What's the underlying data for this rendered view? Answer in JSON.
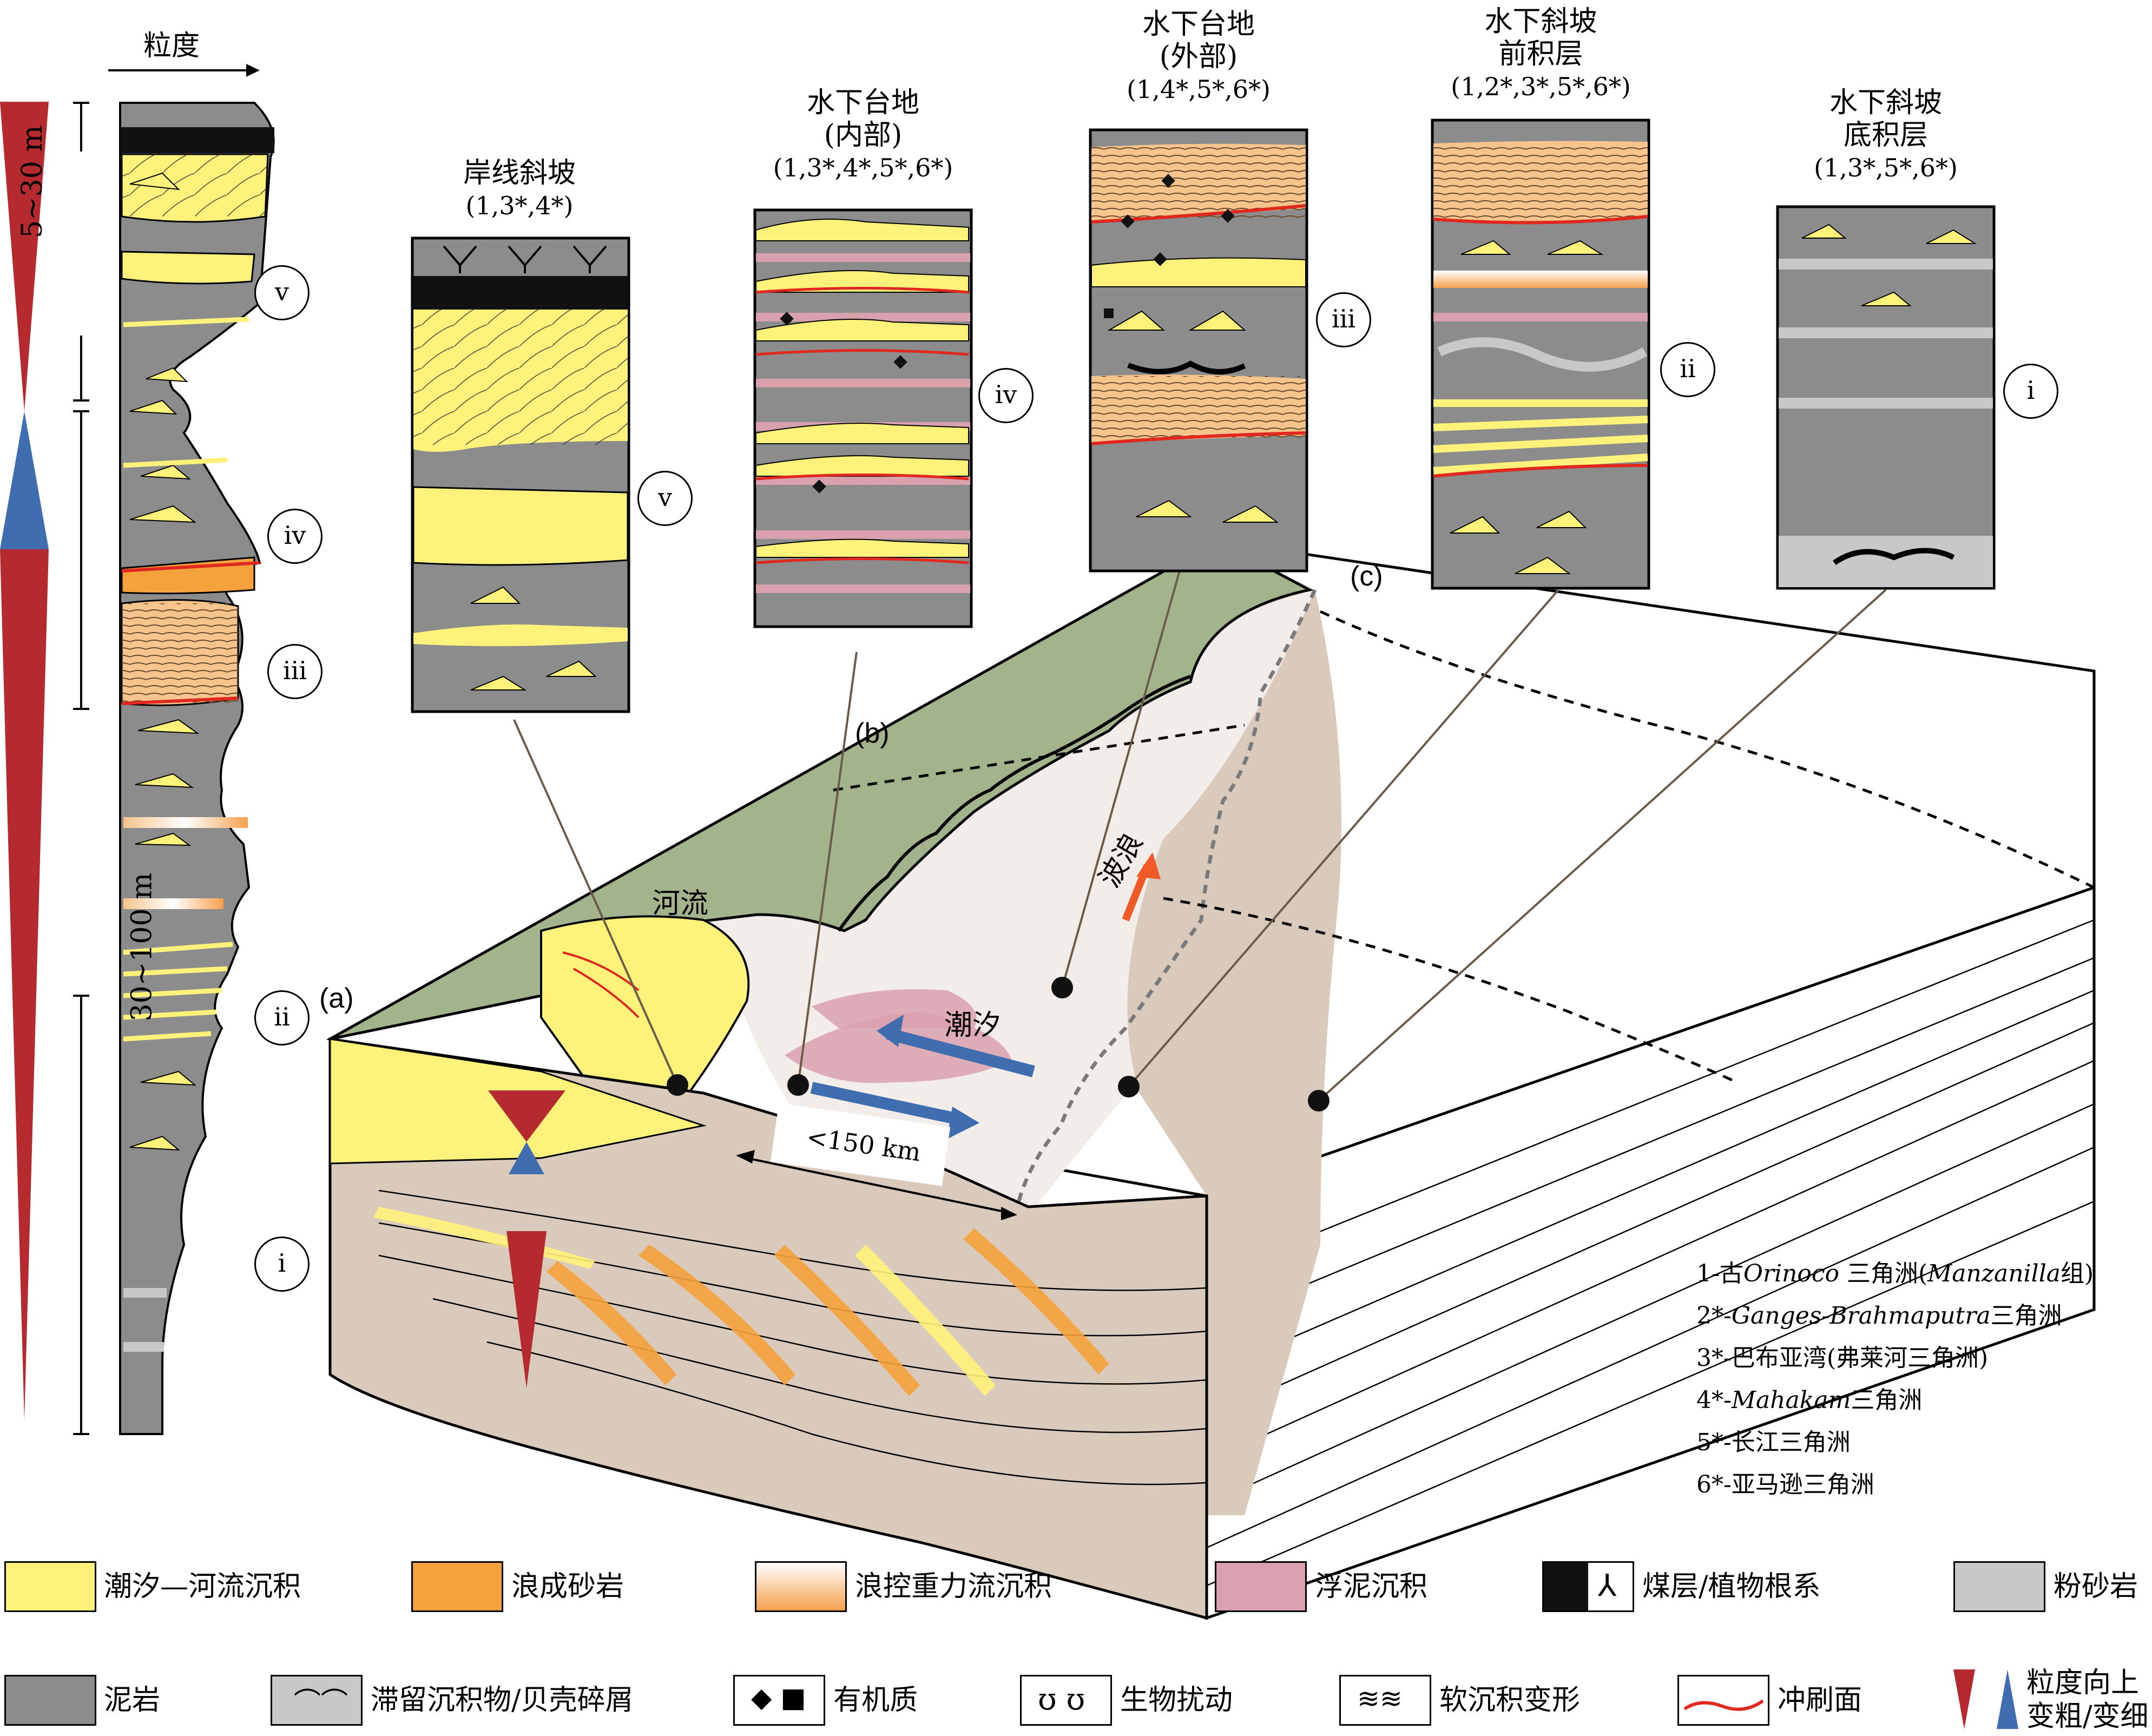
{
  "grain_axis_label": "粒度",
  "log_thickness": {
    "upper": "5~30 m",
    "lower": "30~100 m"
  },
  "log_markers": [
    "v",
    "iv",
    "iii",
    "ii",
    "i"
  ],
  "columns": [
    {
      "id": "v",
      "title_lines": [
        "岸线斜坡"
      ],
      "refs": "(1,3*,4*)"
    },
    {
      "id": "iv",
      "title_lines": [
        "水下台地",
        "(内部)"
      ],
      "refs": "(1,3*,4*,5*,6*)"
    },
    {
      "id": "iii",
      "title_lines": [
        "水下台地",
        "(外部)"
      ],
      "refs": "(1,4*,5*,6*)"
    },
    {
      "id": "ii",
      "title_lines": [
        "水下斜坡",
        "前积层"
      ],
      "refs": "(1,2*,3*,5*,6*)"
    },
    {
      "id": "i",
      "title_lines": [
        "水下斜坡",
        "底积层"
      ],
      "refs": "(1,3*,5*,6*)"
    }
  ],
  "block": {
    "labels": {
      "a": "(a)",
      "b": "(b)",
      "c": "(c)"
    },
    "river": "河流",
    "wave": "波浪",
    "tide": "潮汐",
    "scale": "<150 km"
  },
  "reference_list": [
    {
      "num": "1-古",
      "it": "Orinoco",
      "mid": " 三角洲(",
      "it2": "Manzanilla",
      "end": "组)"
    },
    {
      "num": "2*-",
      "it": "Ganges-Brahmaputra",
      "mid": "三角洲",
      "it2": "",
      "end": ""
    },
    {
      "num": "3*-巴布亚湾(弗莱河三角洲)",
      "it": "",
      "mid": "",
      "it2": "",
      "end": ""
    },
    {
      "num": "4*-",
      "it": "Mahakam",
      "mid": "三角洲",
      "it2": "",
      "end": ""
    },
    {
      "num": "5*-长江三角洲",
      "it": "",
      "mid": "",
      "it2": "",
      "end": ""
    },
    {
      "num": "6*-亚马逊三角洲",
      "it": "",
      "mid": "",
      "it2": "",
      "end": ""
    }
  ],
  "legend": {
    "row1": [
      "潮汐—河流沉积",
      "浪成砂岩",
      "浪控重力流沉积",
      "浮泥沉积",
      "煤层/植物根系",
      "粉砂岩"
    ],
    "row2": [
      "泥岩",
      "滞留沉积物/贝壳碎屑",
      "有机质",
      "生物扰动",
      "软沉积变形",
      "冲刷面"
    ],
    "grain_trend": [
      "粒度向上",
      "变粗/变细"
    ]
  },
  "colors": {
    "tidal_fluvial": "#fff27a",
    "wave_sand": "#f5a23c",
    "wave_gravity": "#f6c48c",
    "fluid_mud": "#d9a0ae",
    "coal": "#111111",
    "silt": "#c8c8c8",
    "mudstone": "#8c8c8c",
    "scour": "#e0281e",
    "coarsen": "#b52a2e",
    "fine": "#3f6db0",
    "plain": "#a3b38b",
    "shelf": "#d9cabb",
    "platform": "#f2ede8"
  }
}
